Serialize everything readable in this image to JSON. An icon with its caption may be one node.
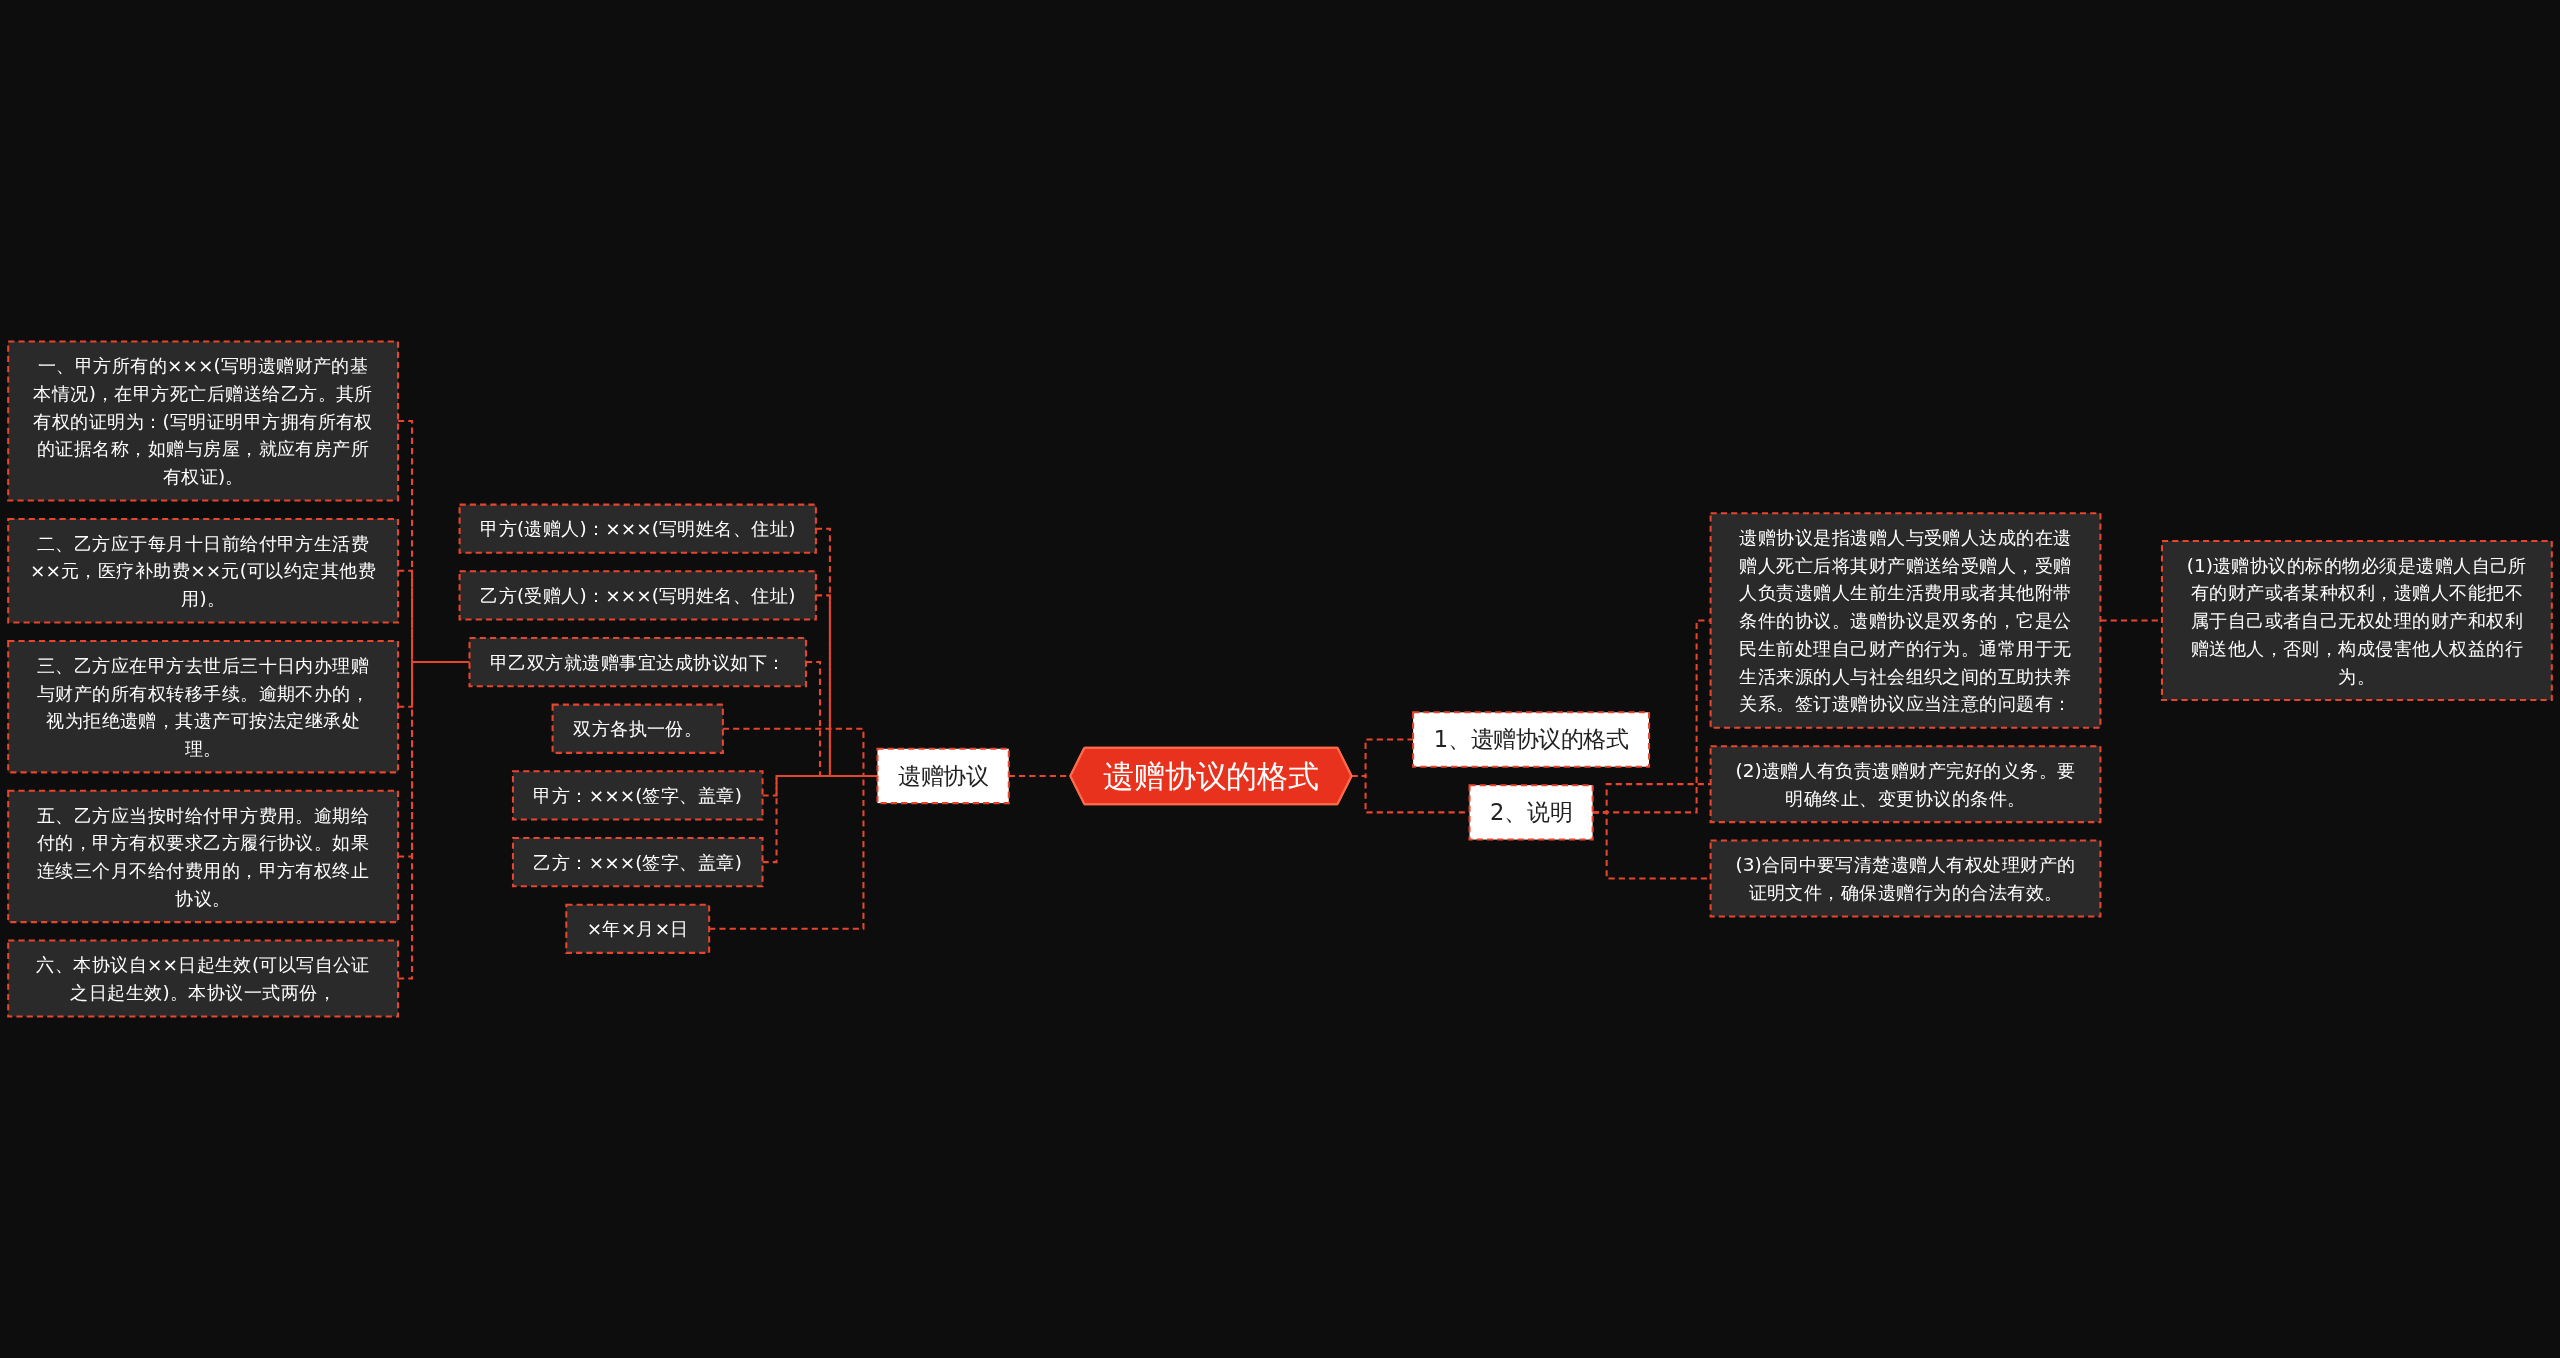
{
  "diagram": {
    "nodes": [
      {
        "text": [
          "遗赠协议的格式"
        ]
      },
      {
        "text": [
          "遗赠协议"
        ]
      },
      {
        "text": [
          "甲方(遗赠人)：×××(写明姓名、住址)"
        ]
      },
      {
        "text": [
          "乙方(受赠人)：×××(写明姓名、住址)"
        ]
      },
      {
        "text": [
          "甲乙双方就遗赠事宜达成协议如下："
        ]
      },
      {
        "text": [
          "一、甲方所有的×××(写明遗赠财产的基本情况)，在甲方死亡后赠送给乙方。其所有权的证明为：(写明证明甲方拥有所有权的证据名称，如赠与房屋，就应有房产所有权证)。"
        ]
      },
      {
        "text": [
          "二、乙方应于每月十日前给付甲方生活费××元，医疗补助费××元(可以约定其他费用)。"
        ]
      },
      {
        "text": [
          "三、乙方应在甲方去世后三十日内办理赠与财产的所有权转移手续。逾期不办的，视为拒绝遗赠，其遗产可按法定继承处理。"
        ]
      },
      {
        "text": [
          "五、乙方应当按时给付甲方费用。逾期给付的，甲方有权要求乙方履行协议。如果连续三个月不给付费用的，甲方有权终止协议。"
        ]
      },
      {
        "text": [
          "六、本协议自××日起生效(可以写自公证之日起生效)。本协议一式两份，"
        ]
      },
      {
        "text": [
          "双方各执一份。"
        ]
      },
      {
        "text": [
          "甲方：×××(签字、盖章)"
        ]
      },
      {
        "text": [
          "乙方：×××(签字、盖章)"
        ]
      },
      {
        "text": [
          "×年×月×日"
        ]
      },
      {
        "text": [
          "1、遗赠协议的格式"
        ]
      },
      {
        "text": [
          "2、说明"
        ]
      },
      {
        "text": [
          "遗赠协议是指遗赠人与受赠人达成的在遗赠人死亡后将其财产赠送给受赠人，受赠人负责遗赠人生前生活费用或者其他附带条件的协议。遗赠协议是双务的，它是公民生前处理自己财产的行为。通常用于无生活来源的人与社会组织之间的互助扶养关系。签订遗赠协议应当注意的问题有："
        ]
      },
      {
        "text": [
          "(1)遗赠协议的标的物必须是遗赠人自己所有的财产或者某种权利，遗赠人不能把不属于自己或者自己无权处理的财产和权利赠送他人，否则，构成侵害他人权益的行为。"
        ]
      },
      {
        "text": [
          "(2)遗赠人有负责遗赠财产完好的义务。要明确终止、变更协议的条件。"
        ]
      },
      {
        "text": [
          "(3)合同中要写清楚遗赠人有权处理财产的证明文件，确保遗赠行为的合法有效。"
        ]
      }
    ],
    "edges": [
      {
        "from": 1,
        "to": 0,
        "arrow": "none",
        "style": "dashed"
      },
      {
        "from": 2,
        "to": 1,
        "arrow": "none",
        "style": "dashed"
      },
      {
        "from": 3,
        "to": 1,
        "arrow": "none",
        "style": "dashed"
      },
      {
        "from": 4,
        "to": 1,
        "arrow": "none",
        "style": "dashed"
      },
      {
        "from": 5,
        "to": 4,
        "arrow": "none",
        "style": "dashed"
      },
      {
        "from": 6,
        "to": 4,
        "arrow": "none",
        "style": "dashed"
      },
      {
        "from": 7,
        "to": 4,
        "arrow": "none",
        "style": "dashed"
      },
      {
        "from": 8,
        "to": 4,
        "arrow": "none",
        "style": "dashed"
      },
      {
        "from": 9,
        "to": 4,
        "arrow": "none",
        "style": "dashed"
      },
      {
        "from": 10,
        "to": 1,
        "arrow": "none",
        "style": "dashed"
      },
      {
        "from": 11,
        "to": 1,
        "arrow": "none",
        "style": "dashed"
      },
      {
        "from": 12,
        "to": 1,
        "arrow": "none",
        "style": "dashed"
      },
      {
        "from": 13,
        "to": 1,
        "arrow": "none",
        "style": "dashed"
      },
      {
        "from": 0,
        "to": 14,
        "arrow": "none",
        "style": "dashed"
      },
      {
        "from": 0,
        "to": 15,
        "arrow": "none",
        "style": "dashed"
      },
      {
        "from": 15,
        "to": 16,
        "arrow": "none",
        "style": "dashed"
      },
      {
        "from": 16,
        "to": 17,
        "arrow": "none",
        "style": "dashed"
      },
      {
        "from": 15,
        "to": 18,
        "arrow": "none",
        "style": "dashed"
      },
      {
        "from": 15,
        "to": 19,
        "arrow": "none",
        "style": "dashed"
      }
    ]
  }
}
